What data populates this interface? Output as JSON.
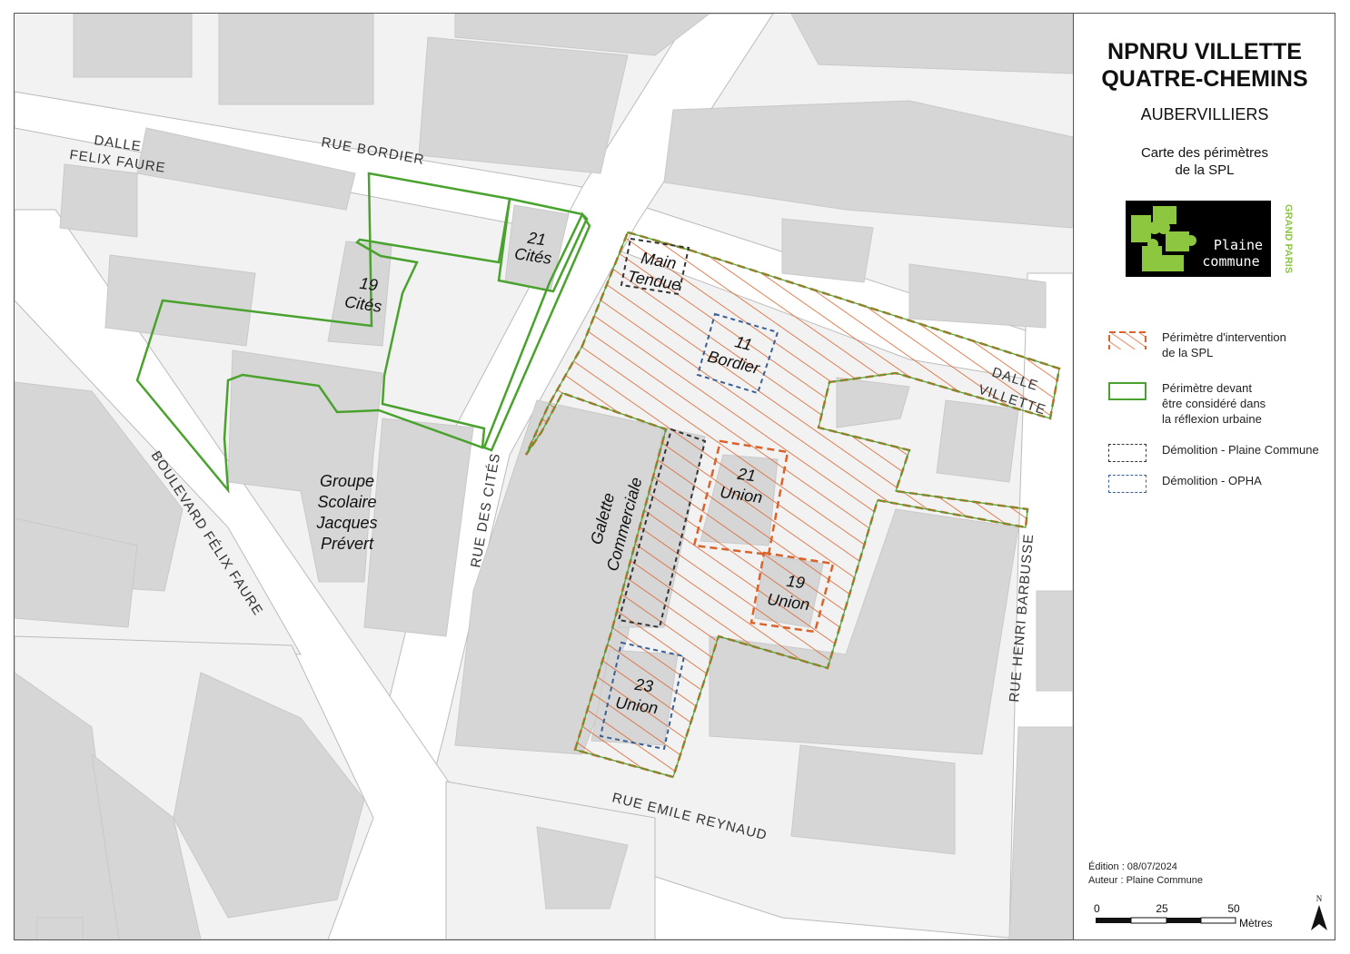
{
  "title": {
    "line1": "NPNRU VILLETTE",
    "line2": "QUATRE-CHEMINS",
    "city": "AUBERVILLIERS",
    "subtitle_line1": "Carte des périmètres",
    "subtitle_line2": "de la SPL"
  },
  "logo": {
    "line1": "Plaine",
    "line2": "commune",
    "side": "GRAND PARIS",
    "accent_color": "#8dc63f",
    "bg_color": "#000000"
  },
  "legend": [
    {
      "label": "Périmètre d'intervention\nde la SPL",
      "style": "orange-hatch-dashed"
    },
    {
      "label": "Périmètre devant\nêtre considéré dans\nla réflexion urbaine",
      "style": "green-outline"
    },
    {
      "label": "Démolition - Plaine Commune",
      "style": "black-dashed"
    },
    {
      "label": "Démolition - OPHA",
      "style": "blue-dashed"
    }
  ],
  "colors": {
    "building": "#d6d6d6",
    "street": "#ffffff",
    "block": "#f2f2f2",
    "spl_perimeter": "#d9632b",
    "urban_perimeter": "#4aa22e",
    "demolition_pc": "#333333",
    "demolition_opha": "#3a5f95"
  },
  "meta": {
    "edition": "Édition : 08/07/2024",
    "author": "Auteur : Plaine Commune"
  },
  "scale": {
    "ticks": [
      "0",
      "25",
      "50"
    ],
    "unit": "Mètres"
  },
  "north_label": "N",
  "streets": {
    "rue_bordier": "RUE BORDIER",
    "dalle_felix_faure_1": "DALLE",
    "dalle_felix_faure_2": "FELIX FAURE",
    "boulevard_felix_faure": "BOULEVARD FÉLIX FAURE",
    "rue_des_cites": "RUE DES CITÉS",
    "rue_emile_reynaud": "RUE EMILE REYNAUD",
    "rue_henri_barbusse": "RUE HENRI BARBUSSE",
    "dalle_villette_1": "DALLE",
    "dalle_villette_2": "VILLETTE"
  },
  "places": {
    "cites21_a": "21",
    "cites21_b": "Cités",
    "cites19_a": "19",
    "cites19_b": "Cités",
    "main_tendue_a": "Main",
    "main_tendue_b": "Tendue",
    "bordier11_a": "11",
    "bordier11_b": "Bordier",
    "union21_a": "21",
    "union21_b": "Union",
    "union19_a": "19",
    "union19_b": "Union",
    "union23_a": "23",
    "union23_b": "Union",
    "galette_a": "Galette",
    "galette_b": "Commerciale",
    "school_1": "Groupe",
    "school_2": "Scolaire",
    "school_3": "Jacques",
    "school_4": "Prévert"
  }
}
